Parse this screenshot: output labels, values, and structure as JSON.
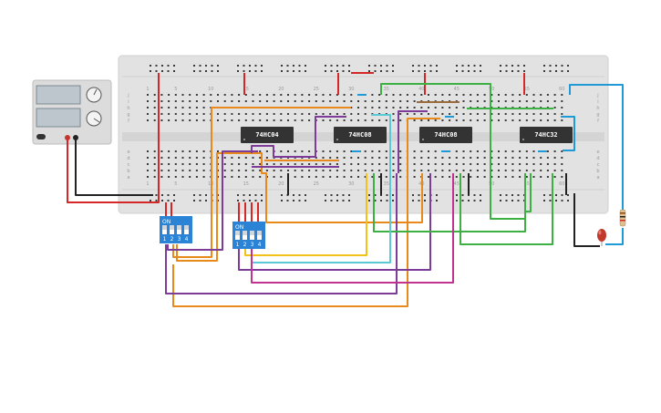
{
  "chips": [
    {
      "id": "u1",
      "label": "74HC04"
    },
    {
      "id": "u2",
      "label": "74HC08"
    },
    {
      "id": "u3",
      "label": "74HC08"
    },
    {
      "id": "u4",
      "label": "74HC32"
    }
  ],
  "dip_switches": [
    {
      "id": "sw1",
      "on_label": "ON",
      "positions": [
        "1",
        "2",
        "3",
        "4"
      ]
    },
    {
      "id": "sw2",
      "on_label": "ON",
      "positions": [
        "1",
        "2",
        "3",
        "4"
      ]
    }
  ],
  "breadboard": {
    "column_numbers": [
      "1",
      "5",
      "10",
      "15",
      "20",
      "25",
      "30",
      "35",
      "40",
      "45",
      "50",
      "55",
      "60"
    ],
    "row_letters_top": [
      "j",
      "i",
      "h",
      "g",
      "f"
    ],
    "row_letters_bottom": [
      "e",
      "d",
      "c",
      "b",
      "a"
    ]
  },
  "colors": {
    "red": "#d62728",
    "black": "#222222",
    "orange": "#e8891c",
    "purple": "#7d3c98",
    "green": "#3cb043",
    "blue": "#1f9ad6",
    "cyan": "#5bc8d6",
    "yellow": "#f2c21b",
    "magenta": "#c2338f",
    "brown": "#9a6b3d",
    "chip": "#333333",
    "dip": "#2a83d4"
  },
  "components": [
    "power-supply",
    "led-red",
    "resistor"
  ]
}
